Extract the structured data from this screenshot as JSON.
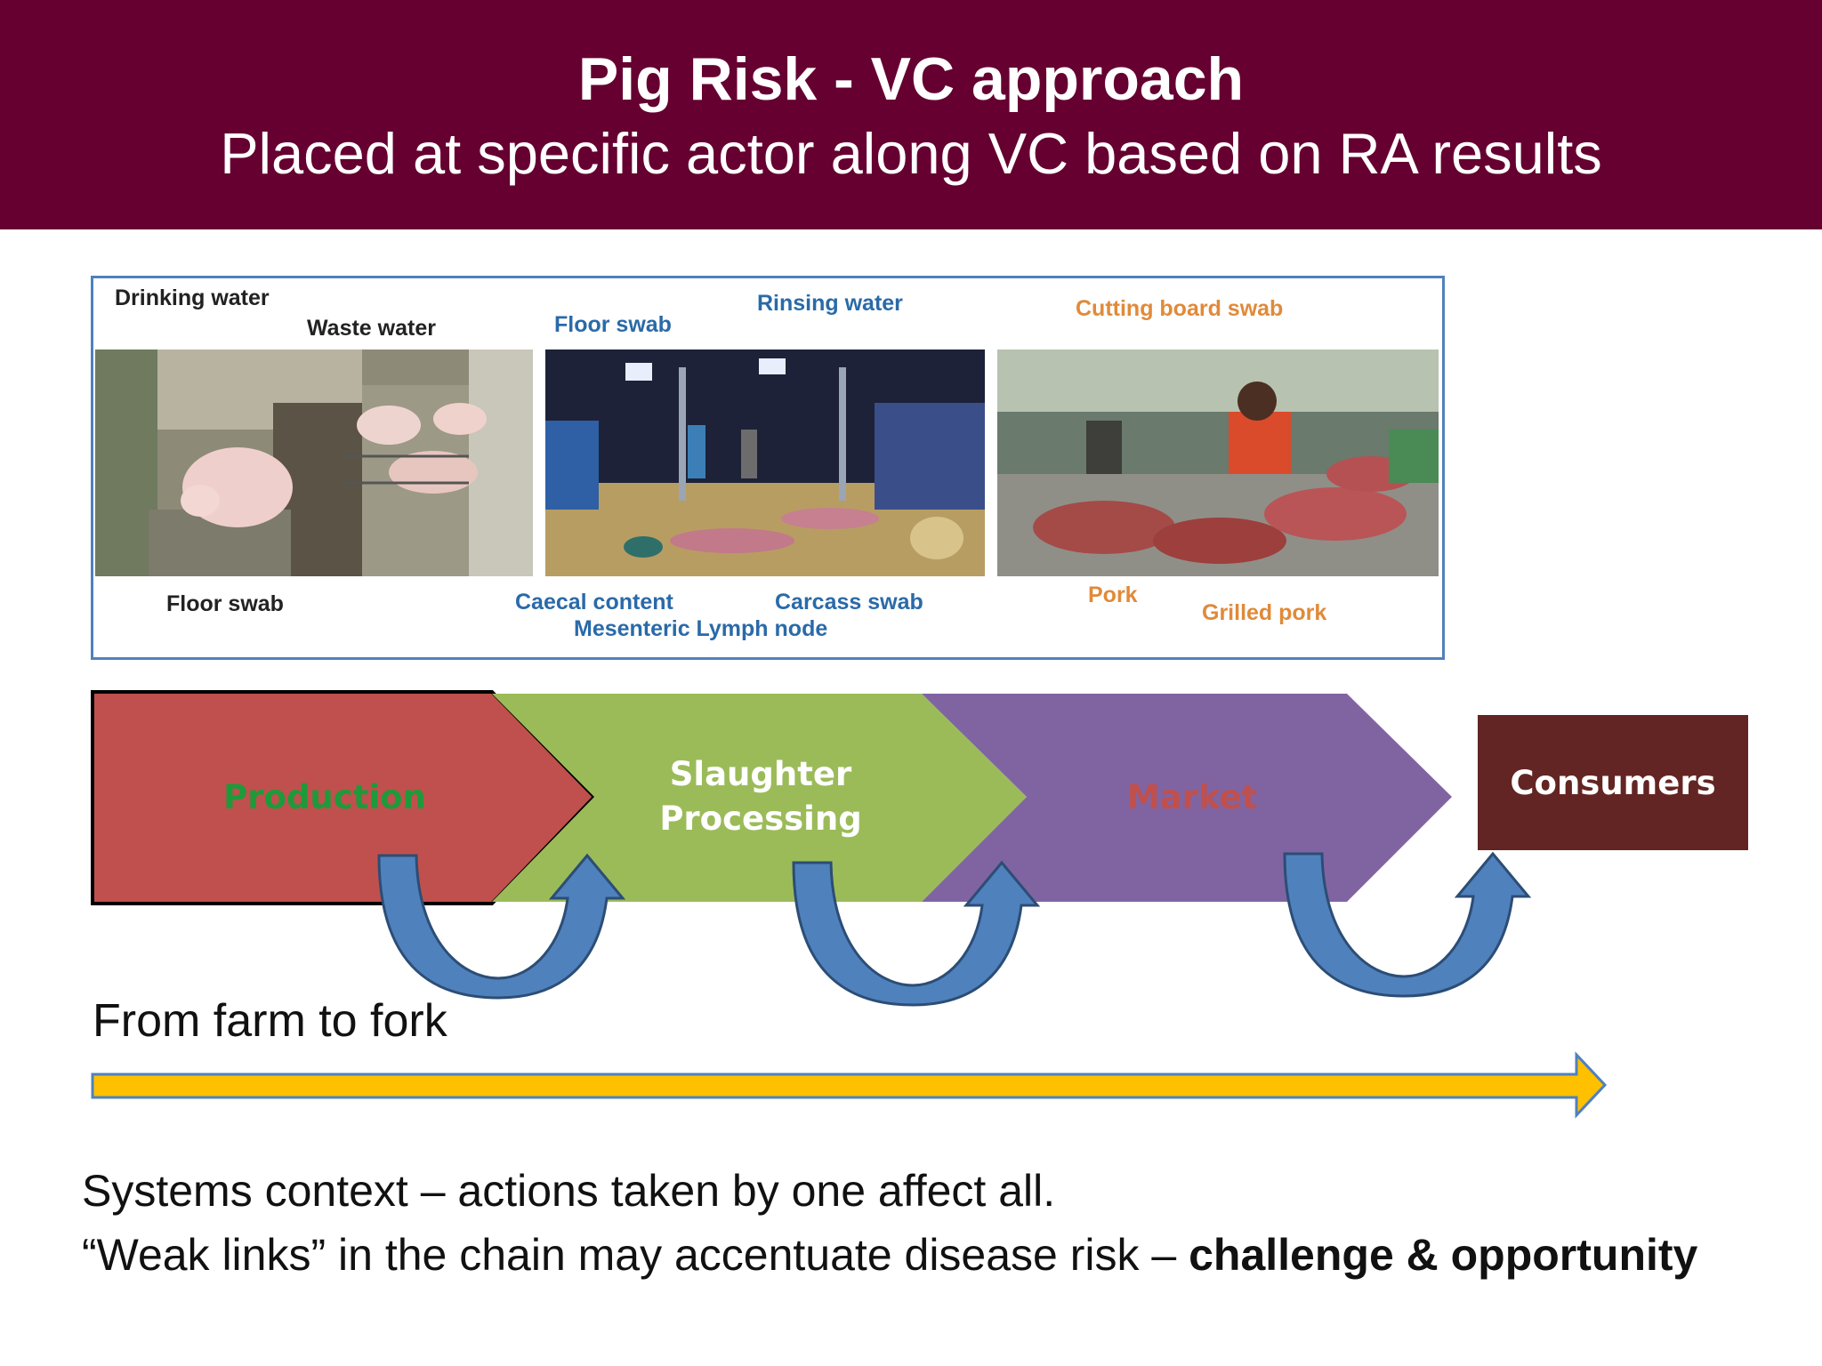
{
  "header": {
    "title": "Pig Risk - VC approach",
    "subtitle": "Placed at specific actor along VC based on RA results"
  },
  "photo_labels": {
    "drinking_water": "Drinking water",
    "waste_water": "Waste water",
    "floor_swab_top": "Floor swab",
    "rinsing_water": "Rinsing water",
    "cutting_board_swab": "Cutting board swab",
    "floor_swab_bottom": "Floor swab",
    "caecal_content": "Caecal content",
    "carcass_swab": "Carcass swab",
    "mesenteric_lymph_node": "Mesenteric Lymph node",
    "pork": "Pork",
    "grilled_pork": "Grilled pork"
  },
  "stages": {
    "production": "Production",
    "slaughter_line1": "Slaughter",
    "slaughter_line2": "Processing",
    "market": "Market",
    "consumers": "Consumers"
  },
  "colors": {
    "header_bg": "#650030",
    "production": "#c0504d",
    "slaughter": "#9bbb59",
    "market": "#8064a2",
    "consumers": "#632523",
    "curved_arrow": "#4f81bd",
    "timeline_arrow": "#ffc000"
  },
  "timeline_label": "From farm to fork",
  "footer": {
    "line1": "Systems context – actions taken by one affect all.",
    "line2_regular": "“Weak links” in the chain may accentuate disease risk –",
    "line2_bold": "challenge & opportunity"
  }
}
